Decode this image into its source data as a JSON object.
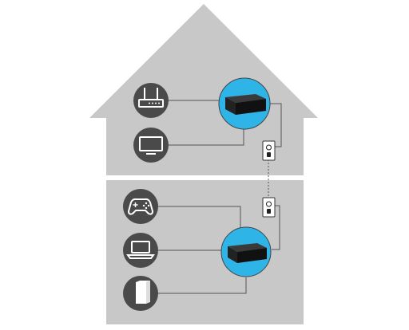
{
  "diagram": {
    "colors": {
      "house": "#c8c8c8",
      "floor_divider": "#ffffff",
      "icon_circle": "#4a4a4a",
      "icon_glyph": "#ffffff",
      "adapter_circle": "#2fb4e8",
      "adapter_box": "#1c1c1c",
      "cable": "#555555",
      "outlet_plate": "#ffffff"
    },
    "floors": [
      {
        "name": "upper",
        "devices": [
          "router-icon",
          "tv-icon"
        ],
        "hub": "powerline-adapter",
        "outlet": "wall-outlet-icon"
      },
      {
        "name": "lower",
        "devices": [
          "gamepad-icon",
          "laptop-icon",
          "desktop-tower-icon"
        ],
        "hub": "powerline-adapter",
        "outlet": "wall-outlet-icon"
      }
    ]
  }
}
